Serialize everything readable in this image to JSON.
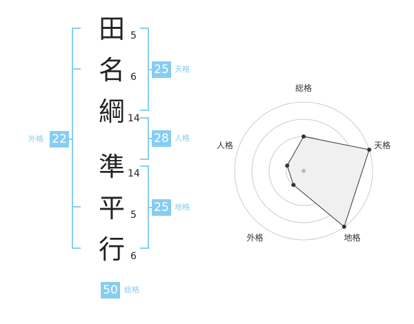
{
  "name": {
    "chars": [
      {
        "char": "田",
        "strokes": "5"
      },
      {
        "char": "名",
        "strokes": "6"
      },
      {
        "char": "綱",
        "strokes": "14"
      },
      {
        "char": "準",
        "strokes": "14"
      },
      {
        "char": "平",
        "strokes": "5"
      },
      {
        "char": "行",
        "strokes": "6"
      }
    ]
  },
  "kakusu": {
    "tenkaku": {
      "value": "25",
      "label": "天格"
    },
    "jinkaku": {
      "value": "28",
      "label": "人格"
    },
    "chikaku": {
      "value": "25",
      "label": "地格"
    },
    "gaikaku": {
      "value": "22",
      "label": "外格"
    },
    "soukaku": {
      "value": "50",
      "label": "総格"
    }
  },
  "colors": {
    "accent": "#86cdf2",
    "radar_fill": "#f0f0f0",
    "radar_line": "#333333"
  },
  "chart_data": {
    "type": "radar",
    "axes": [
      "総格",
      "天格",
      "地格",
      "外格",
      "人格"
    ],
    "series": [
      {
        "values": [
          2,
          4,
          4,
          1,
          1
        ]
      }
    ],
    "rmax": 4,
    "rings": 4
  }
}
